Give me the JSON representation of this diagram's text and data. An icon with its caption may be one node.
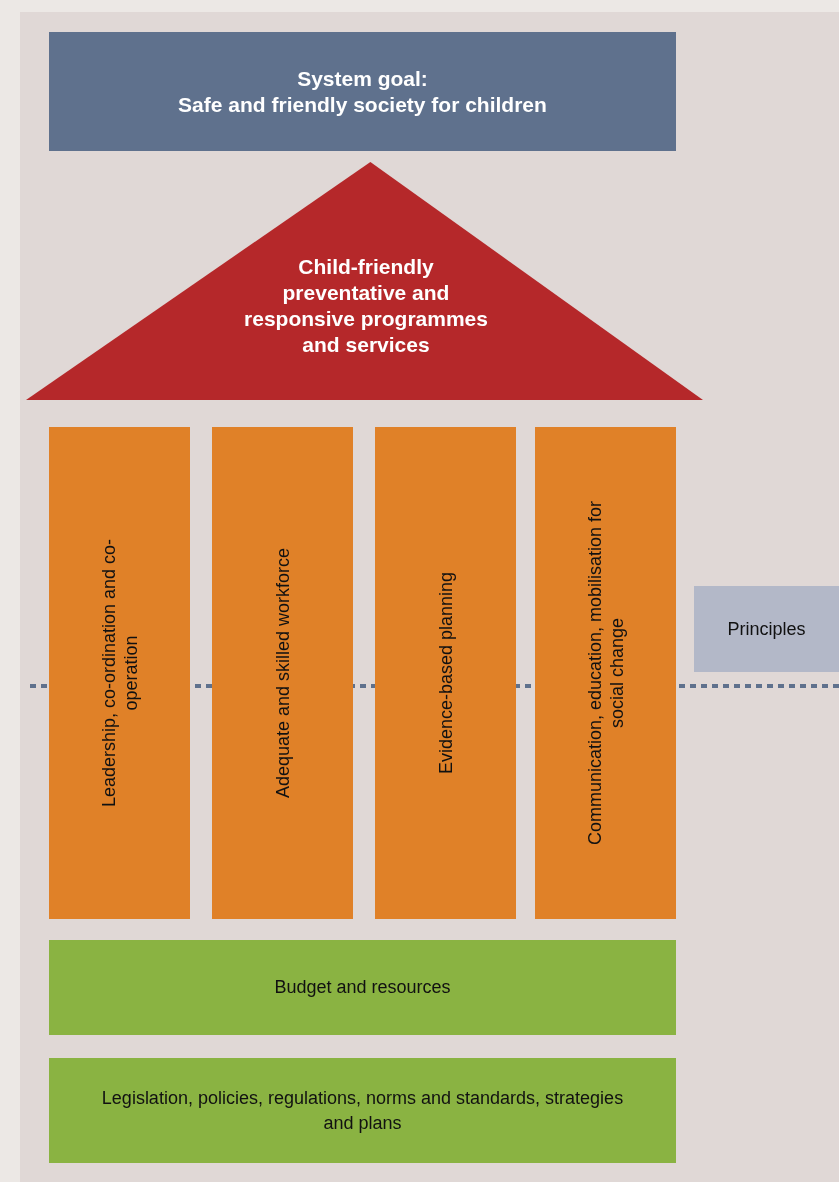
{
  "diagram": {
    "nodes": [
      {
        "text": [
          "System goal:",
          "Safe and friendly society for children"
        ]
      },
      {
        "text": [
          "Child-friendly preventative and responsive programmes and services"
        ]
      },
      {
        "text": [
          "Leadership, co-ordination and co-operation"
        ]
      },
      {
        "text": [
          "Adequate and skilled workforce"
        ]
      },
      {
        "text": [
          "Evidence-based planning"
        ]
      },
      {
        "text": [
          "Communication, education, mobilisation for social change"
        ]
      },
      {
        "text": [
          "Budget and resources"
        ]
      },
      {
        "text": [
          "Legislation, policies, regulations, norms and standards, strategies and plans"
        ]
      },
      {
        "text": [
          "Principles"
        ]
      }
    ]
  }
}
